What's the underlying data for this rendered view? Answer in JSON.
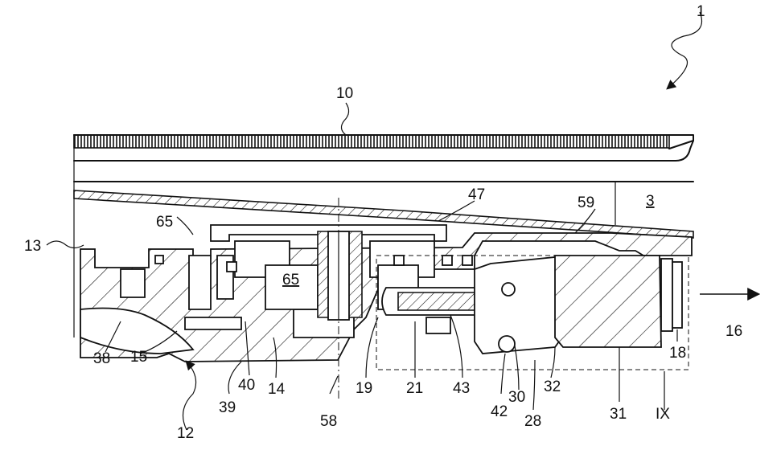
{
  "figure": {
    "labels": {
      "r1": "1",
      "r3": "3",
      "r10": "10",
      "r12": "12",
      "r13": "13",
      "r14": "14",
      "r15": "15",
      "r16": "16",
      "r18": "18",
      "r19": "19",
      "r21": "21",
      "r28": "28",
      "r30": "30",
      "r31": "31",
      "r32": "32",
      "r38": "38",
      "r39": "39",
      "r40": "40",
      "r42": "42",
      "r43": "43",
      "r47": "47",
      "r58": "58",
      "r59": "59",
      "r65a": "65",
      "r65b": "65",
      "rIX": "IX"
    }
  }
}
